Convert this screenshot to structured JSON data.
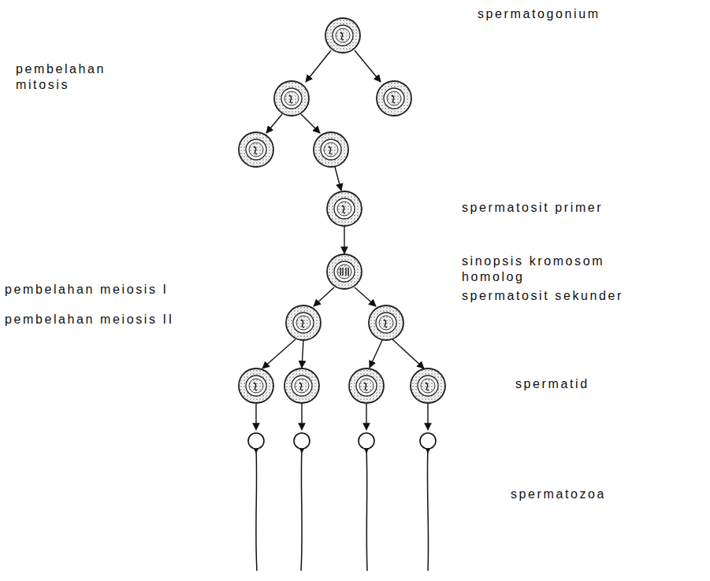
{
  "diagram": {
    "labels": [
      "spermatogonium",
      "pembelahan mitosis",
      "spermatosit primer",
      "sinopsis kromosom homolog",
      "spermatosit sekunder",
      "pembelahan meiosis I",
      "pembelahan meiosis II",
      "spermatid",
      "spermatozoa"
    ]
  }
}
